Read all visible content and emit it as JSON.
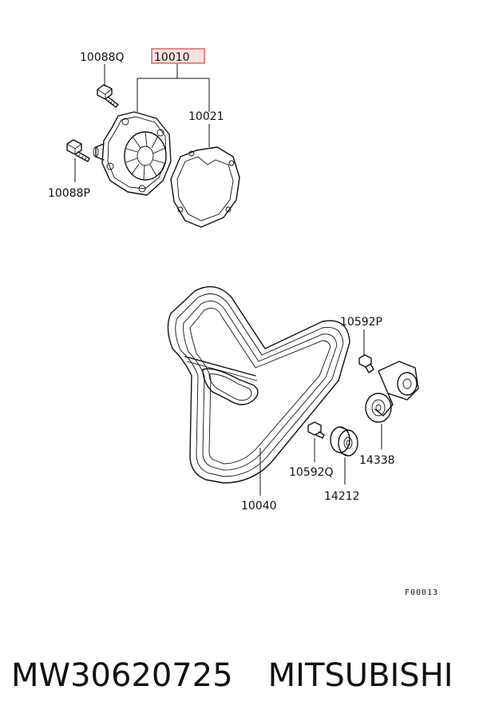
{
  "labels": {
    "bolt_q": "10088Q",
    "pump_assy": "10010",
    "gasket": "10021",
    "bolt_p": "10088P",
    "bolt_upper": "10592P",
    "tensioner": "14338",
    "bolt_lower": "10592Q",
    "idler": "14212",
    "belt": "10040"
  },
  "highlight_color": "#e0403a",
  "figure_code": "F00013",
  "footer": {
    "part_number": "MW30620725",
    "brand": "MITSUBISHI"
  }
}
